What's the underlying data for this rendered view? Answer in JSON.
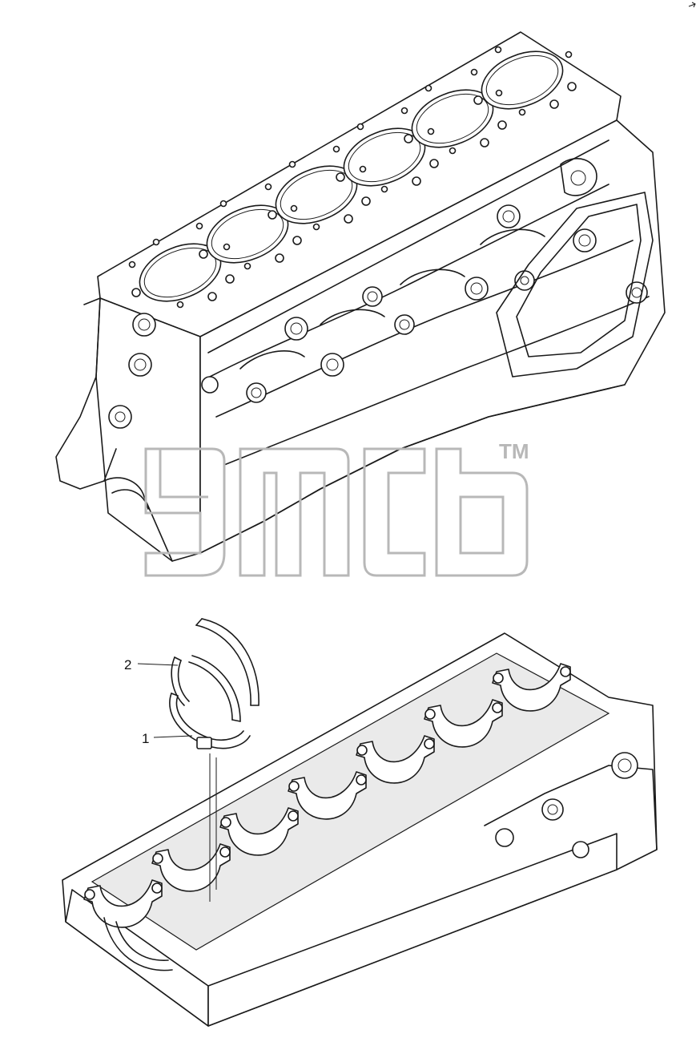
{
  "callouts": [
    {
      "id": "1",
      "label": "1"
    },
    {
      "id": "2",
      "label": "2"
    }
  ],
  "watermark": {
    "trademark": "TM"
  },
  "colors": {
    "line": "#1a1a1a",
    "watermark": "#b8b8b8",
    "background": "#ffffff"
  }
}
